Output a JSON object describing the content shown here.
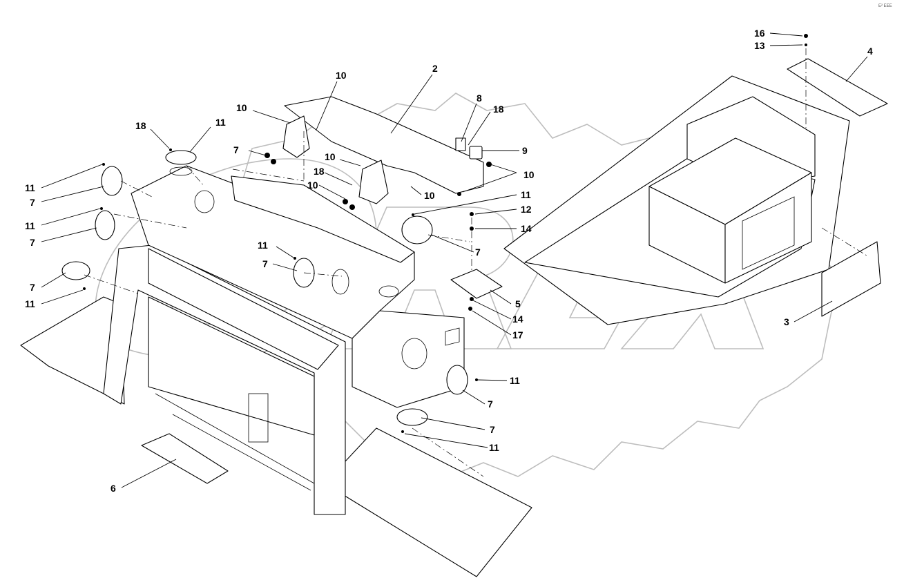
{
  "corner_mark": "E² EEE",
  "watermark": {
    "text": "OREX",
    "color": "#bdbdbd"
  },
  "callouts": [
    "16",
    "13",
    "4",
    "10",
    "2",
    "8",
    "18",
    "9",
    "10",
    "18",
    "11",
    "7",
    "10",
    "10",
    "11",
    "7",
    "18",
    "10",
    "10",
    "11",
    "7",
    "11",
    "12",
    "14",
    "11",
    "7",
    "7",
    "7",
    "11",
    "5",
    "14",
    "17",
    "3",
    "11",
    "7",
    "7",
    "11",
    "6"
  ]
}
